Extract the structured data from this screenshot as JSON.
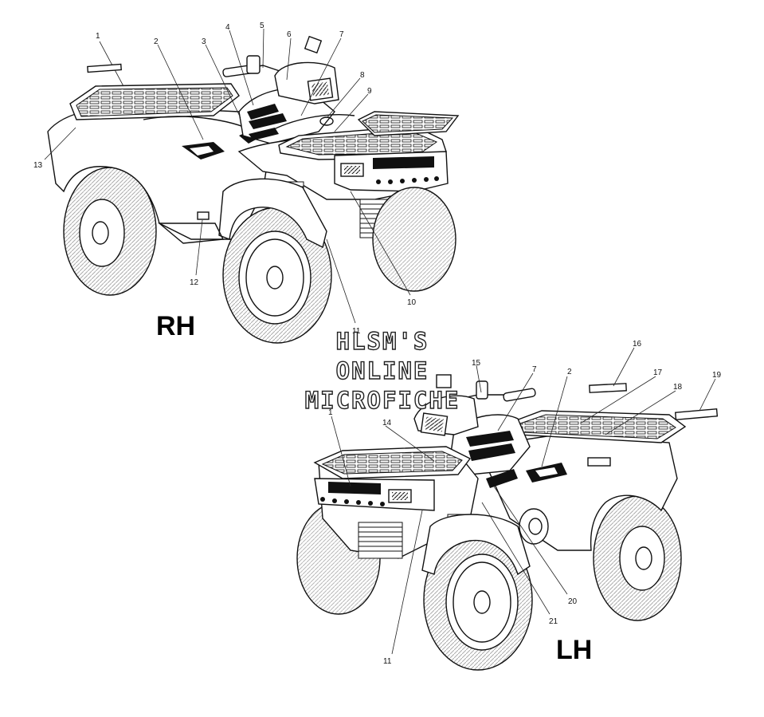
{
  "diagram": {
    "views": [
      {
        "id": "rh",
        "label": "RH"
      },
      {
        "id": "lh",
        "label": "LH"
      }
    ],
    "callouts_rh": [
      "1",
      "2",
      "3",
      "4",
      "5",
      "6",
      "7",
      "8",
      "9",
      "10",
      "11",
      "12",
      "13"
    ],
    "callouts_lh": [
      "1",
      "2",
      "7",
      "11",
      "14",
      "15",
      "16",
      "17",
      "18",
      "19",
      "20",
      "21"
    ],
    "watermark": [
      "HLSM'S",
      "ONLINE",
      "MICROFICHE"
    ]
  }
}
